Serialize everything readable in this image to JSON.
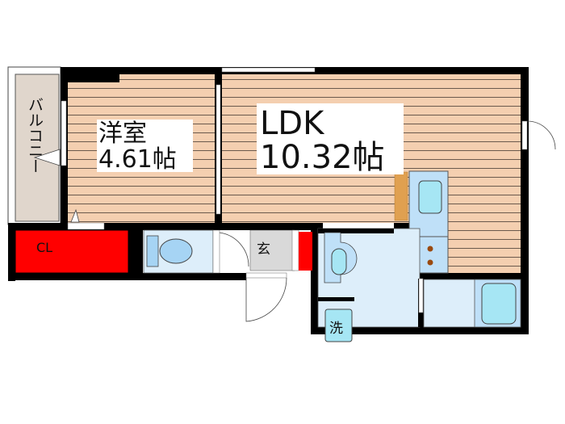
{
  "rooms": {
    "western": {
      "name": "洋室",
      "size": "4.61帖"
    },
    "ldk": {
      "name": "LDK",
      "size": "10.32帖"
    },
    "closet": "CL",
    "entrance": "玄",
    "washer": "洗",
    "balcony": "バルコニー"
  },
  "colors": {
    "floor": "#f4cfb0",
    "wall": "#000000",
    "wet_area": "#ddeefa",
    "fixture": "#a6e6f4",
    "closet": "#ff0000",
    "balcony": "#e0d6cc",
    "entrance": "#d9d9d9",
    "counter_accent": "#e0a050"
  }
}
